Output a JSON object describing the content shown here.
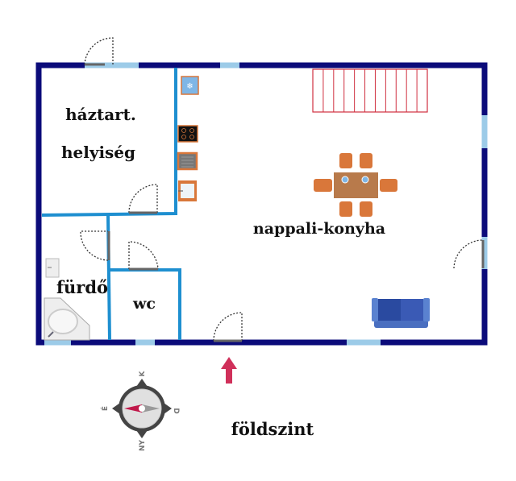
{
  "title": "földszint",
  "rooms": {
    "utility_line1": "háztart.",
    "utility_line2": "helyiség",
    "living_kitchen": "nappali-konyha",
    "bathroom": "fürdő",
    "toilet": "wc"
  },
  "compass": {
    "north": "K",
    "east": "D",
    "south": "NY",
    "west": "É"
  },
  "colors": {
    "outer_wall": "#0b0b7a",
    "inner_wall": "#1e8fd0",
    "window": "#9ccbe8",
    "stairs": "#d03040",
    "furniture": "#d9773a",
    "entrance_arrow": "#d0305a"
  },
  "icons": [
    "fridge-icon",
    "stove-icon",
    "sink-icon",
    "dishwasher-icon",
    "dining-table-icon",
    "sofa-icon",
    "bathtub-icon",
    "washbasin-icon",
    "stairs-icon",
    "compass-icon",
    "entrance-arrow-icon"
  ]
}
